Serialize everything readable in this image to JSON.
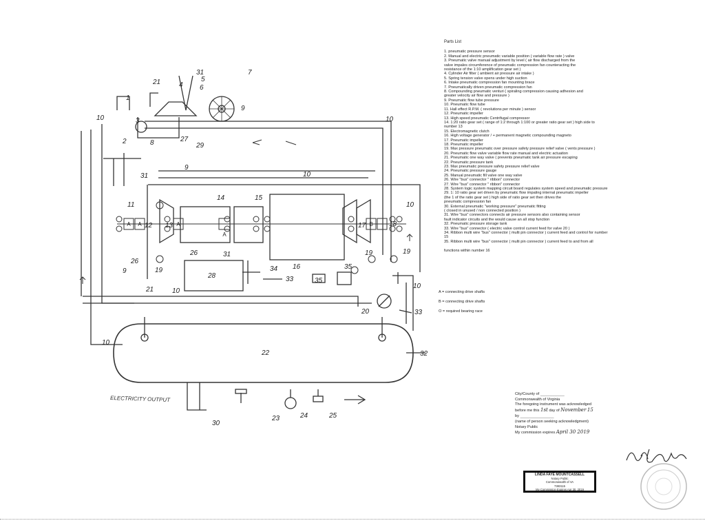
{
  "diagram": {
    "numbers": [
      "1",
      "2",
      "3",
      "4",
      "5",
      "6",
      "7",
      "8",
      "9",
      "10",
      "11",
      "12",
      "13",
      "14",
      "15",
      "16",
      "17",
      "18",
      "19",
      "20",
      "21",
      "22",
      "23",
      "24",
      "25",
      "26",
      "27",
      "28",
      "29",
      "30",
      "31",
      "32",
      "33",
      "34",
      "35"
    ],
    "box_letters": [
      "A",
      "B"
    ],
    "caption": "ELECTRICITY OUTPUT"
  },
  "parts_list": {
    "title": "Parts List",
    "items": [
      "1. pneumatic pressure sensor",
      "2. Manual and electric pneumatic variable position ( variable flow rate ) valve",
      "3. Pneumatic valve  manual adjustment by level ( air flow discharged from the",
      "valve impales circumference of pneumatic compression fan counteracting the",
      "resistance of the 1:10 amplification gear set )",
      "4. Cylinder Air filter ( ambient air pressure air intake )",
      "5. Spring tension valve opens under high suction",
      "6. Intake pneumatic compression fan mounting brace",
      "7. Pneumatically driven pneumatic compression fan",
      "8. Compounding pneumatic venturi ( spiraling compression causing adhesion and",
      "greater velocity air flow and pressure )",
      "9. Pneumatic flow tube pressure",
      "10. Pneumatic flow tube",
      "11. Hall effect R.P.M. ( revolutions per minute ) sensor",
      "12. Pneumatic impeller",
      "13. High speed pneumatic Centrifugal compressor",
      "14. 1:20 ratio gear set ( range of 1:2 through 1:100 or greater ratio gear set ) high side to",
      "number 13",
      "15. Electromagnetic clutch",
      "16. High voltage generator / + permanent magnetic compounding magneto",
      "17. Pneumatic impeller",
      "18. Pneumatic impeller",
      "19. Max pressure pneumatic over pressure safety pressure relief valve ( vents pressure )",
      "20. Pneumatic flow valve variable flow rate manual and electric actuation",
      "21. Pneumatic one way valve ( prevents pneumatic tank air pressure escaping",
      "22. Pneumatic pressure tank",
      "23. Max pneumatic pressure safety pressure relief valve",
      "24. Pneumatic pressure gauge",
      "25. Manual pneumatic fill valve one way valve",
      "26. Wire \"bus\" connector \" ribbon\" connector",
      "27. Wire \"bus\" connector \" ribbon\" connector",
      "28. System logic system mapping circuit board regulates system speed and pneumatic pressure",
      "29. 1: 10 ratio gear set driven by pneumatic flow impaling internal pneumatic impeller",
      "(the 1 of the ratio gear set )  high side of ratio gear set then drives the",
      "pneumatic compression fan",
      "30. External pneumatic \"working pressure\" pneumatic fitting",
      "( closed in unused / non connected position )",
      "31. Wire \"bus\" connectors connects air pressure sensors also containing sensor",
      "fault indicator circuits and the would cause an all stop function",
      "32. Pneumatic pressure storage tank",
      "33. Wire \"bus\" connector ( electric valve control current feed for valve 20 )",
      "34. Ribbon multi wire \"bus\" connector ( multi pin connector ) current feed and control for number",
      "15",
      "35. Ribbon multi wire \"bus\" connector ( multi pin connector ) current feed to and from all",
      "",
      "functions within number 16"
    ]
  },
  "legend": [
    "A = connecting drive shafts",
    "B = connecting drive shafts",
    "O = required bearing race"
  ],
  "notary": {
    "line1_prefix": "City/County of",
    "line2": "Commonwealth of Virginia",
    "line3": "The foregoing instrument was acknowledged",
    "line4_prefix": "before me this",
    "line4_day": "1st",
    "line4_mid": "day of",
    "line4_month": "November",
    "line4_year": "15",
    "line5_prefix": "by",
    "line6": "(name of person seeking acknowledgment)",
    "line7": "Notary Public",
    "line8_prefix": "My commission expires",
    "line8_date": "April 30 2019"
  },
  "stamp": {
    "name": "LINDA FAYE MOUNTCASSELL",
    "line2": "Notary Public",
    "line3": "Commonwealth of VA",
    "line4": "7383115",
    "line5": "My Commission Expires Apr 30, 2019"
  },
  "signature_text": "Eric J Owens"
}
